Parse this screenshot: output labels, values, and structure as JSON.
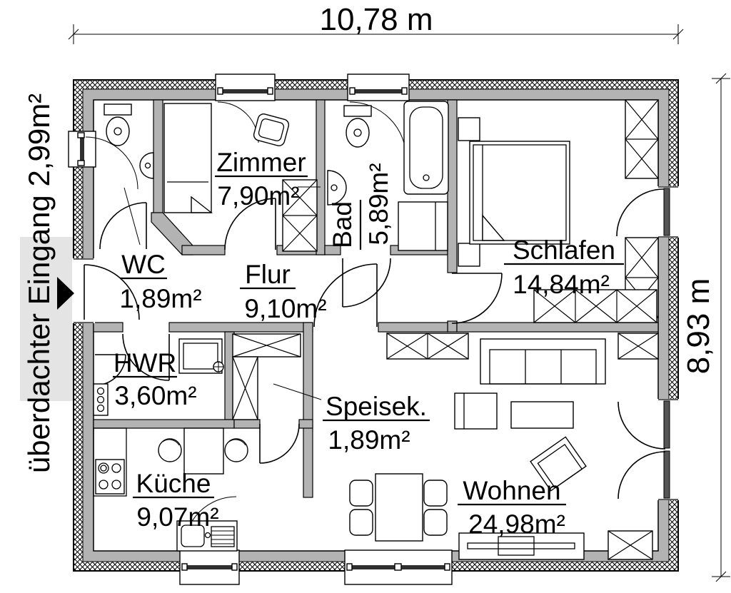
{
  "plan_title": "floor-plan",
  "dimensions": {
    "top": "10,78 m",
    "right": "8,93 m"
  },
  "entrance": {
    "label": "überdachter Eingang 2,99m²"
  },
  "rooms": {
    "wc": {
      "name": "WC",
      "area": "1,89m²"
    },
    "zimmer": {
      "name": "Zimmer",
      "area": "7,90m²"
    },
    "bad": {
      "name": "Bad",
      "area": "5,89m²"
    },
    "schlafen": {
      "name": "Schlafen",
      "area": "14,84m²"
    },
    "flur": {
      "name": "Flur",
      "area": "9,10m²"
    },
    "hwr": {
      "name": "HWR",
      "area": "3,60m²"
    },
    "speisek": {
      "name": "Speisek.",
      "area": "1,89m²"
    },
    "kueche": {
      "name": "Küche",
      "area": "9,07m²"
    },
    "wohnen": {
      "name": "Wohnen",
      "area": "24,98m²"
    }
  },
  "colors": {
    "wall_gray": "#b3b3b3",
    "canopy_gray": "#e4e4e4",
    "line_black": "#000000",
    "glazing_dark": "#303030"
  },
  "icons": {
    "entrance_arrow": "arrow-right-icon",
    "hatch": "exterior-wall-hatch"
  }
}
